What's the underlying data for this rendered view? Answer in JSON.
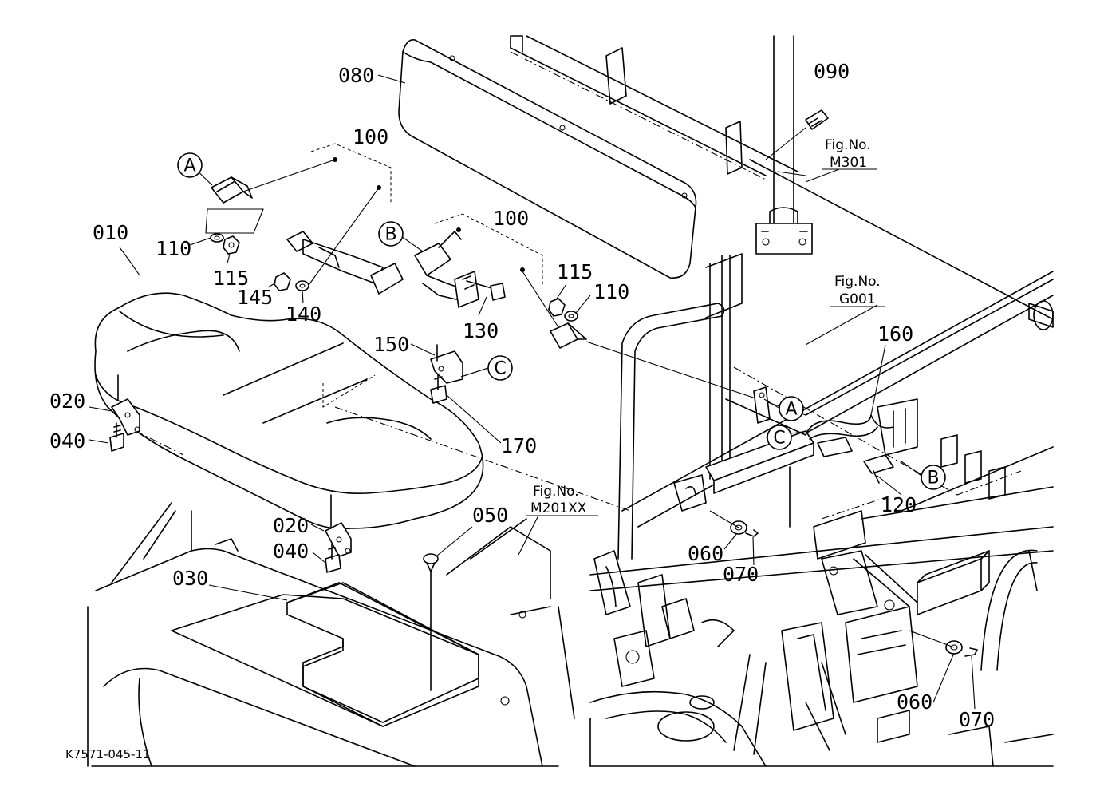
{
  "drawing_code": "K7571-045-11",
  "part_numbers": {
    "p010": "010",
    "p020a": "020",
    "p020b": "020",
    "p030": "030",
    "p040a": "040",
    "p040b": "040",
    "p050": "050",
    "p060a": "060",
    "p060b": "060",
    "p070a": "070",
    "p070b": "070",
    "p080": "080",
    "p090": "090",
    "p100a": "100",
    "p100b": "100",
    "p110a": "110",
    "p110b": "110",
    "p115a": "115",
    "p115b": "115",
    "p120": "120",
    "p130": "130",
    "p140": "140",
    "p145": "145",
    "p150": "150",
    "p160": "160",
    "p170": "170"
  },
  "fig_refs": {
    "m301": {
      "label": "Fig.No.",
      "number": "M301"
    },
    "g001": {
      "label": "Fig.No.",
      "number": "G001"
    },
    "m201xx": {
      "label": "Fig.No.",
      "number": "M201XX"
    }
  },
  "callouts": {
    "a1": "A",
    "a2": "A",
    "b1": "B",
    "b2": "B",
    "c1": "C",
    "c2": "C"
  }
}
